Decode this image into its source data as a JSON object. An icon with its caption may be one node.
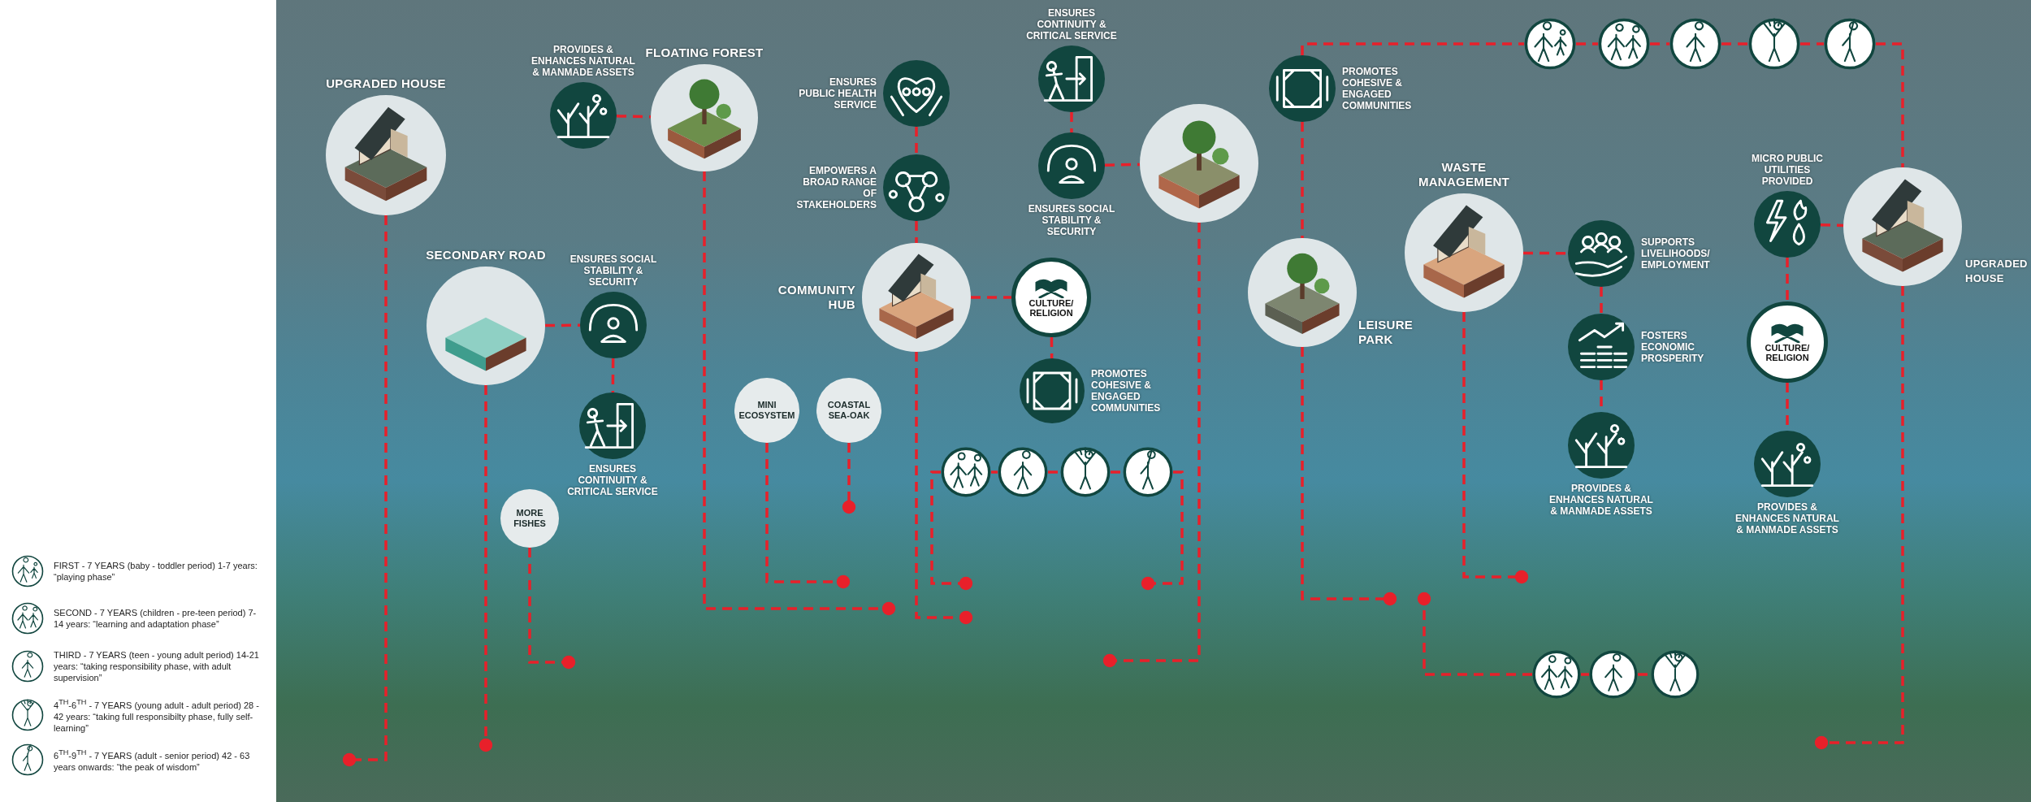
{
  "diagram": {
    "nodes": [
      {
        "text": [
          "UPGRADED HOUSE"
        ]
      },
      {
        "text": [
          "SECONDARY ROAD"
        ]
      },
      {
        "text": [
          "FLOATING FOREST"
        ]
      },
      {
        "text": [
          "COMMUNITY HUB"
        ]
      },
      {
        "text": [],
        "shape": "picture"
      },
      {
        "text": [
          "LEISURE PARK"
        ]
      },
      {
        "text": [
          "WASTE MANAGEMENT"
        ]
      },
      {
        "text": [
          "UPGRADED HOUSE"
        ]
      },
      {
        "text": [
          "MORE FISHES"
        ]
      },
      {
        "text": [
          "MINI ECOSYSTEM"
        ]
      },
      {
        "text": [
          "COASTAL SEA-OAK"
        ]
      },
      {
        "text": [],
        "shape": "circle",
        "beside": [
          "PROVIDES & ENHANCES NATURAL & MANMADE ASSETS"
        ]
      },
      {
        "text": [],
        "shape": "circle",
        "beside": [
          "ENSURES SOCIAL STABILITY & SECURITY"
        ]
      },
      {
        "text": [],
        "shape": "circle",
        "beside": [
          "ENSURES CONTINUITY & CRITICAL SERVICE"
        ]
      },
      {
        "text": [],
        "shape": "circle",
        "beside": [
          "ENSURES PUBLIC HEALTH SERVICE"
        ]
      },
      {
        "text": [],
        "shape": "circle",
        "beside": [
          "EMPOWERS A BROAD RANGE OF STAKEHOLDERS"
        ]
      },
      {
        "text": [
          "CULTURE/ RELIGION"
        ]
      },
      {
        "text": [],
        "shape": "circle",
        "beside": [
          "PROMOTES COHESIVE & ENGAGED COMMUNITIES"
        ]
      },
      {
        "text": [],
        "shape": "circle",
        "beside": [
          "ENSURES CONTINUITY & CRITICAL SERVICE"
        ]
      },
      {
        "text": [],
        "shape": "circle",
        "beside": [
          "ENSURES SOCIAL STABILITY & SECURITY"
        ]
      },
      {
        "text": [],
        "shape": "circle",
        "beside": [
          "PROMOTES COHESIVE & ENGAGED COMMUNITIES"
        ]
      },
      {
        "text": [],
        "shape": "circle",
        "beside": [
          "SUPPORTS LIVELIHOODS/ EMPLOYMENT"
        ]
      },
      {
        "text": [],
        "shape": "circle",
        "beside": [
          "FOSTERS ECONOMIC PROSPERITY"
        ]
      },
      {
        "text": [],
        "shape": "circle",
        "beside": [
          "PROVIDES & ENHANCES NATURAL & MANMADE ASSETS"
        ]
      },
      {
        "text": [],
        "shape": "circle",
        "beside": [
          "MICRO PUBLIC UTILITIES PROVIDED"
        ]
      },
      {
        "text": [
          "CULTURE/ RELIGION"
        ]
      },
      {
        "text": [],
        "shape": "circle",
        "beside": [
          "PROVIDES & ENHANCES NATURAL & MANMADE ASSETS"
        ]
      },
      {
        "text": [],
        "shape": "person"
      },
      {
        "text": [],
        "shape": "person"
      },
      {
        "text": [],
        "shape": "person"
      },
      {
        "text": [],
        "shape": "person"
      },
      {
        "text": [],
        "shape": "person"
      },
      {
        "text": [],
        "shape": "person"
      },
      {
        "text": [],
        "shape": "person"
      },
      {
        "text": [],
        "shape": "person"
      },
      {
        "text": [],
        "shape": "person"
      },
      {
        "text": [],
        "shape": "person"
      },
      {
        "text": [],
        "shape": "person"
      },
      {
        "text": [],
        "shape": "person"
      }
    ],
    "edges": [
      {
        "from": 0,
        "to": null,
        "arrow": "other",
        "style": "dashed"
      },
      {
        "from": 1,
        "to": 12,
        "arrow": "none",
        "style": "dashed"
      },
      {
        "from": 12,
        "to": 13,
        "arrow": "none",
        "style": "dashed"
      },
      {
        "from": 1,
        "to": null,
        "arrow": "other",
        "style": "dashed"
      },
      {
        "from": 8,
        "to": null,
        "arrow": "other",
        "style": "dashed"
      },
      {
        "from": 11,
        "to": 2,
        "arrow": "none",
        "style": "dashed"
      },
      {
        "from": 2,
        "to": null,
        "arrow": "other",
        "style": "dashed"
      },
      {
        "from": 9,
        "to": null,
        "arrow": "other",
        "style": "dashed"
      },
      {
        "from": 10,
        "to": null,
        "arrow": "other",
        "style": "dashed"
      },
      {
        "from": 14,
        "to": 15,
        "arrow": "none",
        "style": "dashed"
      },
      {
        "from": 15,
        "to": 3,
        "arrow": "none",
        "style": "dashed"
      },
      {
        "from": 3,
        "to": 16,
        "arrow": "none",
        "style": "dashed"
      },
      {
        "from": 16,
        "to": 17,
        "arrow": "none",
        "style": "dashed"
      },
      {
        "from": 3,
        "to": null,
        "arrow": "other",
        "style": "dashed"
      },
      {
        "from": 27,
        "to": null,
        "arrow": "other",
        "style": "dashed"
      },
      {
        "from": 27,
        "to": 28,
        "arrow": "none",
        "style": "dashed"
      },
      {
        "from": 28,
        "to": 29,
        "arrow": "none",
        "style": "dashed"
      },
      {
        "from": 29,
        "to": 30,
        "arrow": "none",
        "style": "dashed"
      },
      {
        "from": 30,
        "to": null,
        "arrow": "other",
        "style": "dashed"
      },
      {
        "from": 18,
        "to": 19,
        "arrow": "none",
        "style": "dashed"
      },
      {
        "from": 19,
        "to": 4,
        "arrow": "none",
        "style": "dashed"
      },
      {
        "from": 4,
        "to": null,
        "arrow": "other",
        "style": "dashed"
      },
      {
        "from": 20,
        "to": 31,
        "arrow": "none",
        "style": "dashed"
      },
      {
        "from": 31,
        "to": 32,
        "arrow": "none",
        "style": "dashed"
      },
      {
        "from": 32,
        "to": 33,
        "arrow": "none",
        "style": "dashed"
      },
      {
        "from": 33,
        "to": 34,
        "arrow": "none",
        "style": "dashed"
      },
      {
        "from": 34,
        "to": 35,
        "arrow": "none",
        "style": "dashed"
      },
      {
        "from": 35,
        "to": 7,
        "arrow": "none",
        "style": "dashed"
      },
      {
        "from": 7,
        "to": null,
        "arrow": "other",
        "style": "dashed"
      },
      {
        "from": 20,
        "to": 5,
        "arrow": "none",
        "style": "dashed"
      },
      {
        "from": 5,
        "to": null,
        "arrow": "other",
        "style": "dashed"
      },
      {
        "from": 6,
        "to": 21,
        "arrow": "none",
        "style": "dashed"
      },
      {
        "from": 21,
        "to": 22,
        "arrow": "none",
        "style": "dashed"
      },
      {
        "from": 22,
        "to": 23,
        "arrow": "none",
        "style": "dashed"
      },
      {
        "from": 6,
        "to": null,
        "arrow": "other",
        "style": "dashed"
      },
      {
        "from": 24,
        "to": 7,
        "arrow": "none",
        "style": "dashed"
      },
      {
        "from": 24,
        "to": 25,
        "arrow": "none",
        "style": "dashed"
      },
      {
        "from": 25,
        "to": 26,
        "arrow": "none",
        "style": "dashed"
      },
      {
        "from": 36,
        "to": null,
        "arrow": "other",
        "style": "dashed"
      },
      {
        "from": 36,
        "to": 37,
        "arrow": "none",
        "style": "dashed"
      },
      {
        "from": 37,
        "to": 38,
        "arrow": "none",
        "style": "dashed"
      }
    ],
    "legend": [
      {
        "text": "FIRST - 7 YEARS (baby - toddler period) 1-7 years: “playing phase”"
      },
      {
        "text": "SECOND - 7 YEARS (children - pre-teen period) 7-14 years: “learning and adaptation phase”"
      },
      {
        "text": "THIRD - 7 YEARS (teen - young adult period) 14-21 years: “taking responsibility phase, with adult supervision”"
      },
      {
        "text": "4$^{TH}$-6$^{TH}$ - 7 YEARS (young adult - adult period) 28 - 42 years: “taking full responsibilty phase, fully self-learning”"
      },
      {
        "text": "6$^{TH}$-9$^{TH}$ - 7 YEARS (adult - senior period) 42 - 63 years onwards: “the peak of wisdom”"
      }
    ]
  }
}
